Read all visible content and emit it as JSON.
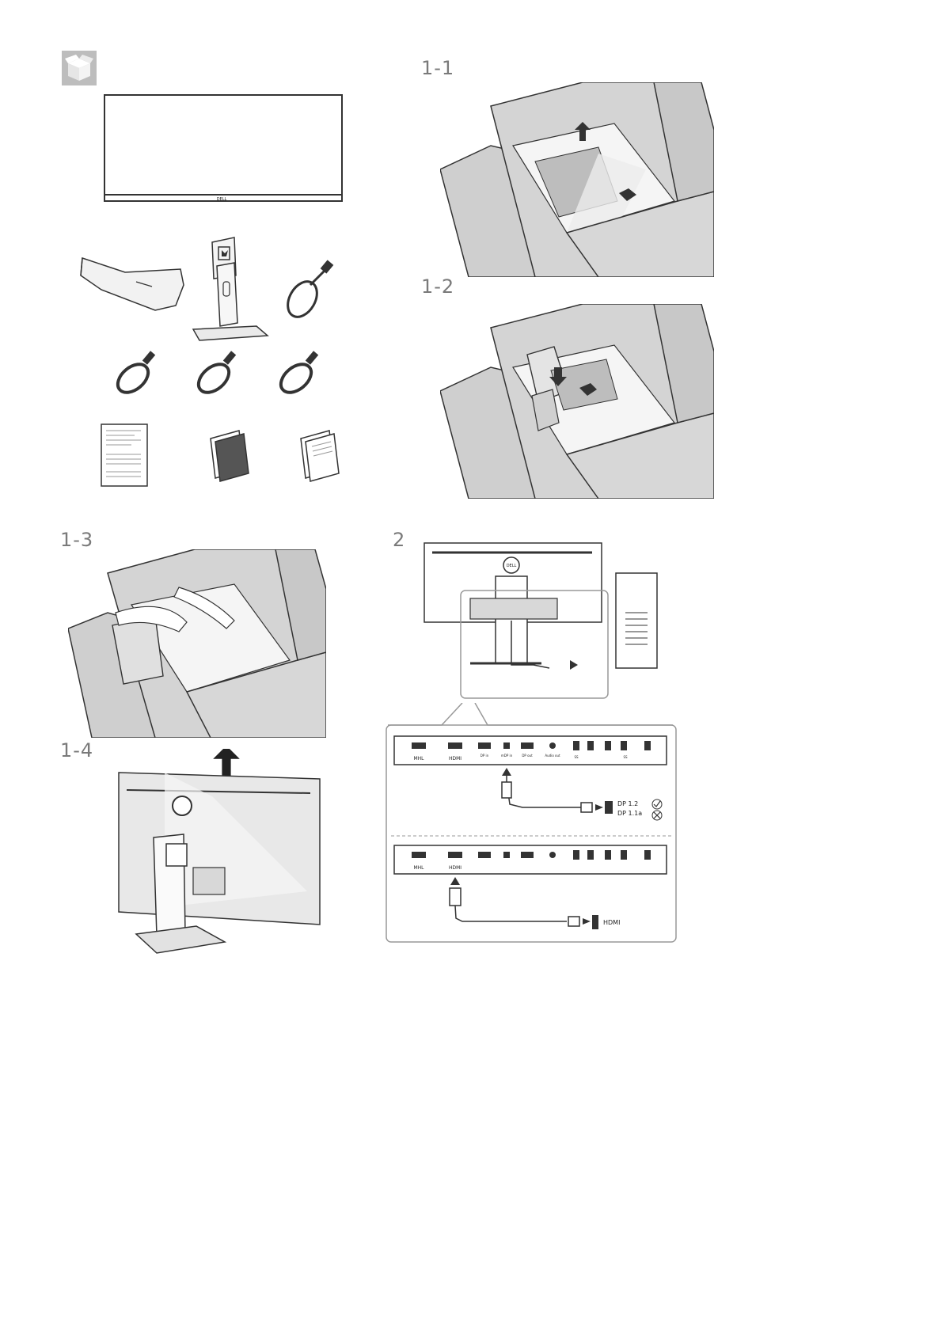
{
  "steps": {
    "s11": "1-1",
    "s12": "1-2",
    "s13": "1-3",
    "s14": "1-4",
    "s2": "2"
  },
  "monitor": {
    "brand": "DELL"
  },
  "ports": {
    "mhl": "MHL",
    "hdmi": "HDMI",
    "dp_in": "DP in",
    "mdp_in": "mDP in",
    "dp_out": "DP out",
    "audio_out": "Audio out",
    "ss_up": "SS",
    "ss_usb": "SS"
  },
  "connection": {
    "dp12": "DP 1.2",
    "dp11a": "DP 1.1a",
    "hdmi_label": "HDMI"
  },
  "icons": {
    "box": "open-box-icon",
    "check": "check-icon",
    "cross": "cross-icon"
  }
}
